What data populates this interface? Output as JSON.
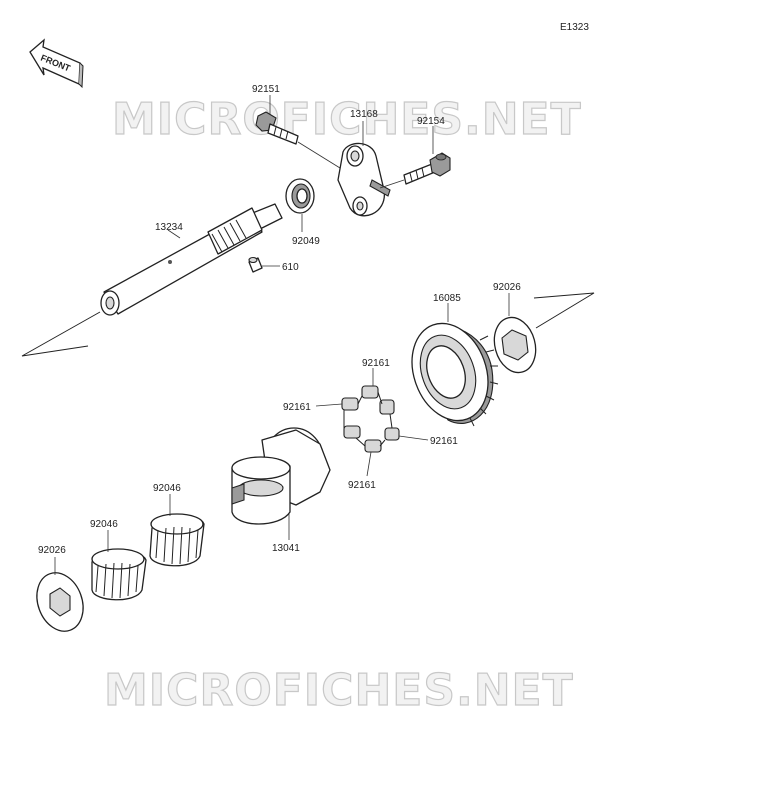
{
  "diagram_code": "E1323",
  "front_indicator": "FRONT",
  "watermark_text": "MICROFICHES.NET",
  "part_labels": {
    "p92151": "92151",
    "p13168": "13168",
    "p92154": "92154",
    "p92049": "92049",
    "p13234": "13234",
    "p610": "610",
    "p16085": "16085",
    "p92026_top": "92026",
    "p92161_top": "92161",
    "p92161_left": "92161",
    "p92161_right": "92161",
    "p92161_bottom": "92161",
    "p92046_upper": "92046",
    "p92046_lower": "92046",
    "p13041": "13041",
    "p92026_bottom": "92026"
  }
}
